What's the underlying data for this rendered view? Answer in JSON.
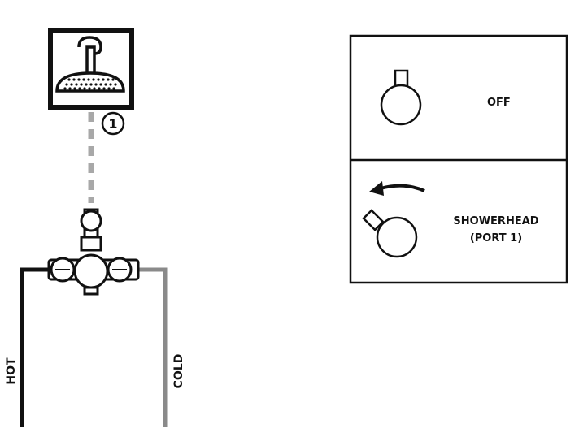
{
  "colors": {
    "ink": "#111111",
    "hot_pipe": "#111111",
    "cold_pipe": "#8a8a8a",
    "dashed_line": "#a8a8a8",
    "background": "#ffffff"
  },
  "diagram": {
    "port_marker": "1",
    "pipes": {
      "hot_label": "HOT",
      "cold_label": "COLD"
    },
    "legend": {
      "rows": [
        {
          "label_lines": [
            "OFF"
          ]
        },
        {
          "label_lines": [
            "SHOWERHEAD",
            "(PORT 1)"
          ]
        }
      ]
    }
  }
}
